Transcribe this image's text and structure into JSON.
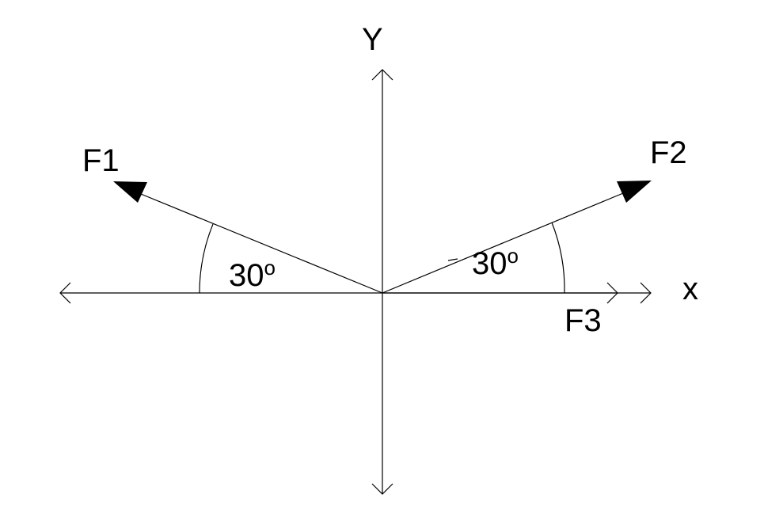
{
  "axes": {
    "x_label": "x",
    "y_label": "Y"
  },
  "forces": [
    {
      "id": "F1",
      "label": "F1",
      "angle_deg": 30,
      "direction": "upper-left"
    },
    {
      "id": "F2",
      "label": "F2",
      "angle_deg": 30,
      "direction": "upper-right"
    },
    {
      "id": "F3",
      "label": "F3",
      "angle_deg": 0,
      "direction": "right"
    }
  ],
  "angles": [
    {
      "id": "angle-f1",
      "value": "30",
      "unit": "o"
    },
    {
      "id": "angle-f2",
      "value": "30",
      "unit": "o"
    }
  ],
  "colors": {
    "line": "#000000",
    "background": "#ffffff"
  }
}
